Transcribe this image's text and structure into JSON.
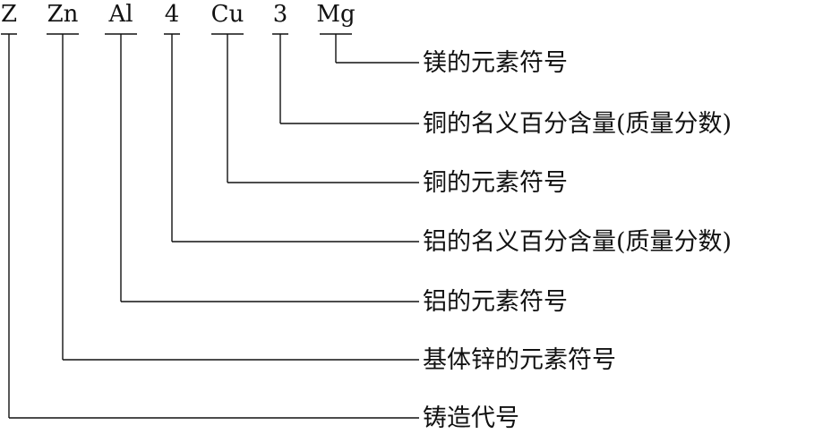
{
  "designation_parts": [
    {
      "code": "Z",
      "label": "铸造代号"
    },
    {
      "code": "Zn",
      "label": "基体锌的元素符号"
    },
    {
      "code": "Al",
      "label": "铝的元素符号"
    },
    {
      "code": "4",
      "label": "铝的名义百分含量(质量分数)"
    },
    {
      "code": "Cu",
      "label": "铜的元素符号"
    },
    {
      "code": "3",
      "label": "铜的名义百分含量(质量分数)"
    },
    {
      "code": "Mg",
      "label": "镁的元素符号"
    }
  ]
}
